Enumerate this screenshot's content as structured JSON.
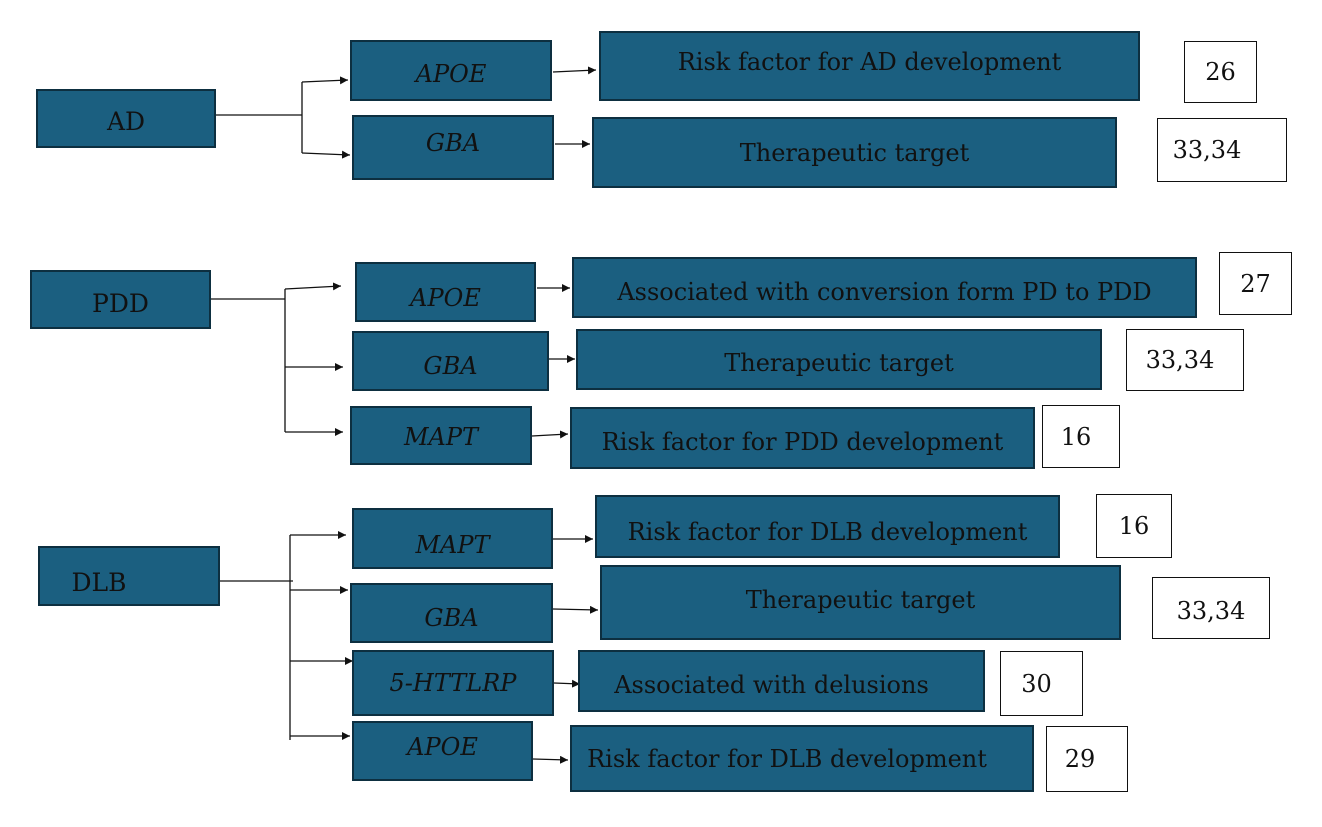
{
  "groups": [
    {
      "disease": "AD",
      "rows": [
        {
          "gene": "APOE",
          "role": "Risk factor for AD development",
          "ref": "26"
        },
        {
          "gene": "GBA",
          "role": "Therapeutic target",
          "ref": "33,34"
        }
      ]
    },
    {
      "disease": "PDD",
      "rows": [
        {
          "gene": "APOE",
          "role": "Associated with conversion form PD to PDD",
          "ref": "27"
        },
        {
          "gene": "GBA",
          "role": "Therapeutic target",
          "ref": "33,34"
        },
        {
          "gene": "MAPT",
          "role": "Risk factor for PDD development",
          "ref": "16"
        }
      ]
    },
    {
      "disease": "DLB",
      "rows": [
        {
          "gene": "MAPT",
          "role": "Risk factor for DLB development",
          "ref": "16"
        },
        {
          "gene": "GBA",
          "role": "Therapeutic target",
          "ref": "33,34"
        },
        {
          "gene": "5-HTTLRP",
          "role": "Associated with delusions",
          "ref": "30"
        },
        {
          "gene": "APOE",
          "role": "Risk factor for DLB development",
          "ref": "29"
        }
      ]
    }
  ],
  "colors": {
    "box_fill": "#1b5f80",
    "box_border": "#0d2f40",
    "text": "#111111",
    "ref_fill": "#ffffff",
    "line": "#111111"
  }
}
